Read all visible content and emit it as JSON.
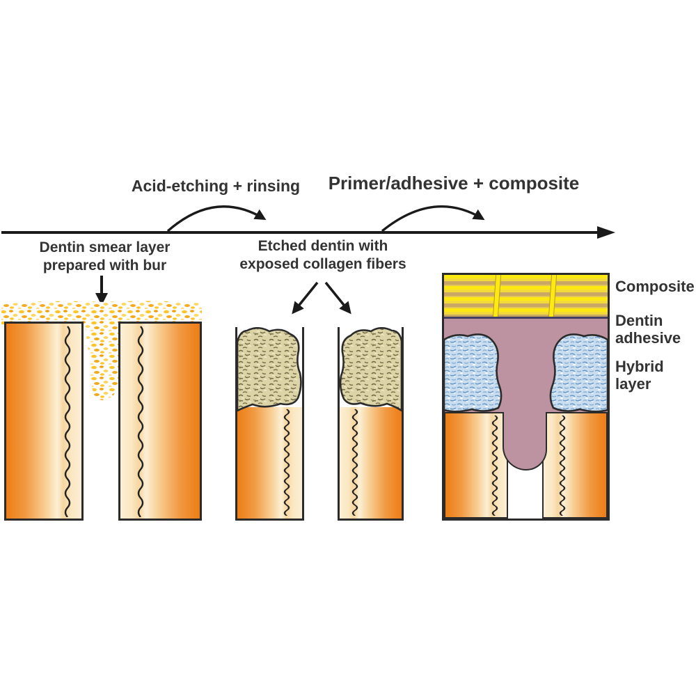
{
  "diagram": {
    "title_domain": "Dentin bonding procedure diagram",
    "process_arrow_1": "Acid-etching + rinsing",
    "process_arrow_2": "Primer/adhesive + composite",
    "stage1_caption_1": "Dentin smear layer",
    "stage1_caption_2": "prepared with bur",
    "stage2_caption_1": "Etched dentin with",
    "stage2_caption_2": "exposed collagen fibers",
    "label_composite": "Composite",
    "label_adhesive_1": "Dentin",
    "label_adhesive_2": "adhesive",
    "label_hybrid_1": "Hybrid",
    "label_hybrid_2": "layer",
    "colors": {
      "dentin_dark": "#ED7D15",
      "dentin_light": "#FCEFD4",
      "smear_yellow": "#FFC629",
      "smear_orange": "#F59E06",
      "collagen_base": "#DCD4A6",
      "collagen_stroke": "#6E6542",
      "hybrid_base": "#C9DDEF",
      "hybrid_stroke": "#5F93C5",
      "adhesive_mauve": "#BD93A1",
      "composite_yellow": "#FFE913",
      "composite_tan": "#C9A765",
      "outline": "#2B2B2B",
      "text": "#333333",
      "arrow_black": "#1A1A1A"
    }
  }
}
